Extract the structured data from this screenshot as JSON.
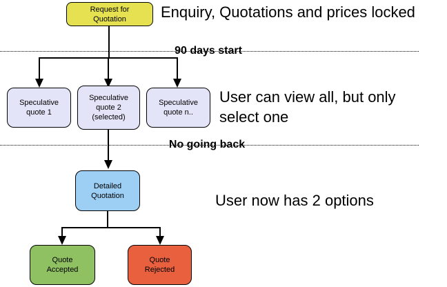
{
  "flowchart": {
    "nodes": {
      "request": {
        "label": "Request for Quotation",
        "fill": "#e5e150"
      },
      "spec1": {
        "label": "Speculative quote 1",
        "fill": "#e4e4f9"
      },
      "spec2": {
        "label": "Speculative quote 2 (selected)",
        "fill": "#e4e4f9"
      },
      "specn": {
        "label": "Speculative quote n..",
        "fill": "#e4e4f9"
      },
      "detailed": {
        "label": "Detailed Quotation",
        "fill": "#9dcff4"
      },
      "accepted": {
        "label": "Quote Accepted",
        "fill": "#8fc061"
      },
      "rejected": {
        "label": "Quote Rejected",
        "fill": "#e8603d"
      }
    },
    "milestones": {
      "days90": {
        "label": "90 days start"
      },
      "noback": {
        "label": "No going back"
      }
    },
    "annotations": {
      "locked": {
        "text": "Enquiry, Quotations and prices locked"
      },
      "viewall": {
        "text": "User can view all, but only select one"
      },
      "options": {
        "text": "User now has 2 options"
      }
    },
    "line_color": "#000000"
  }
}
